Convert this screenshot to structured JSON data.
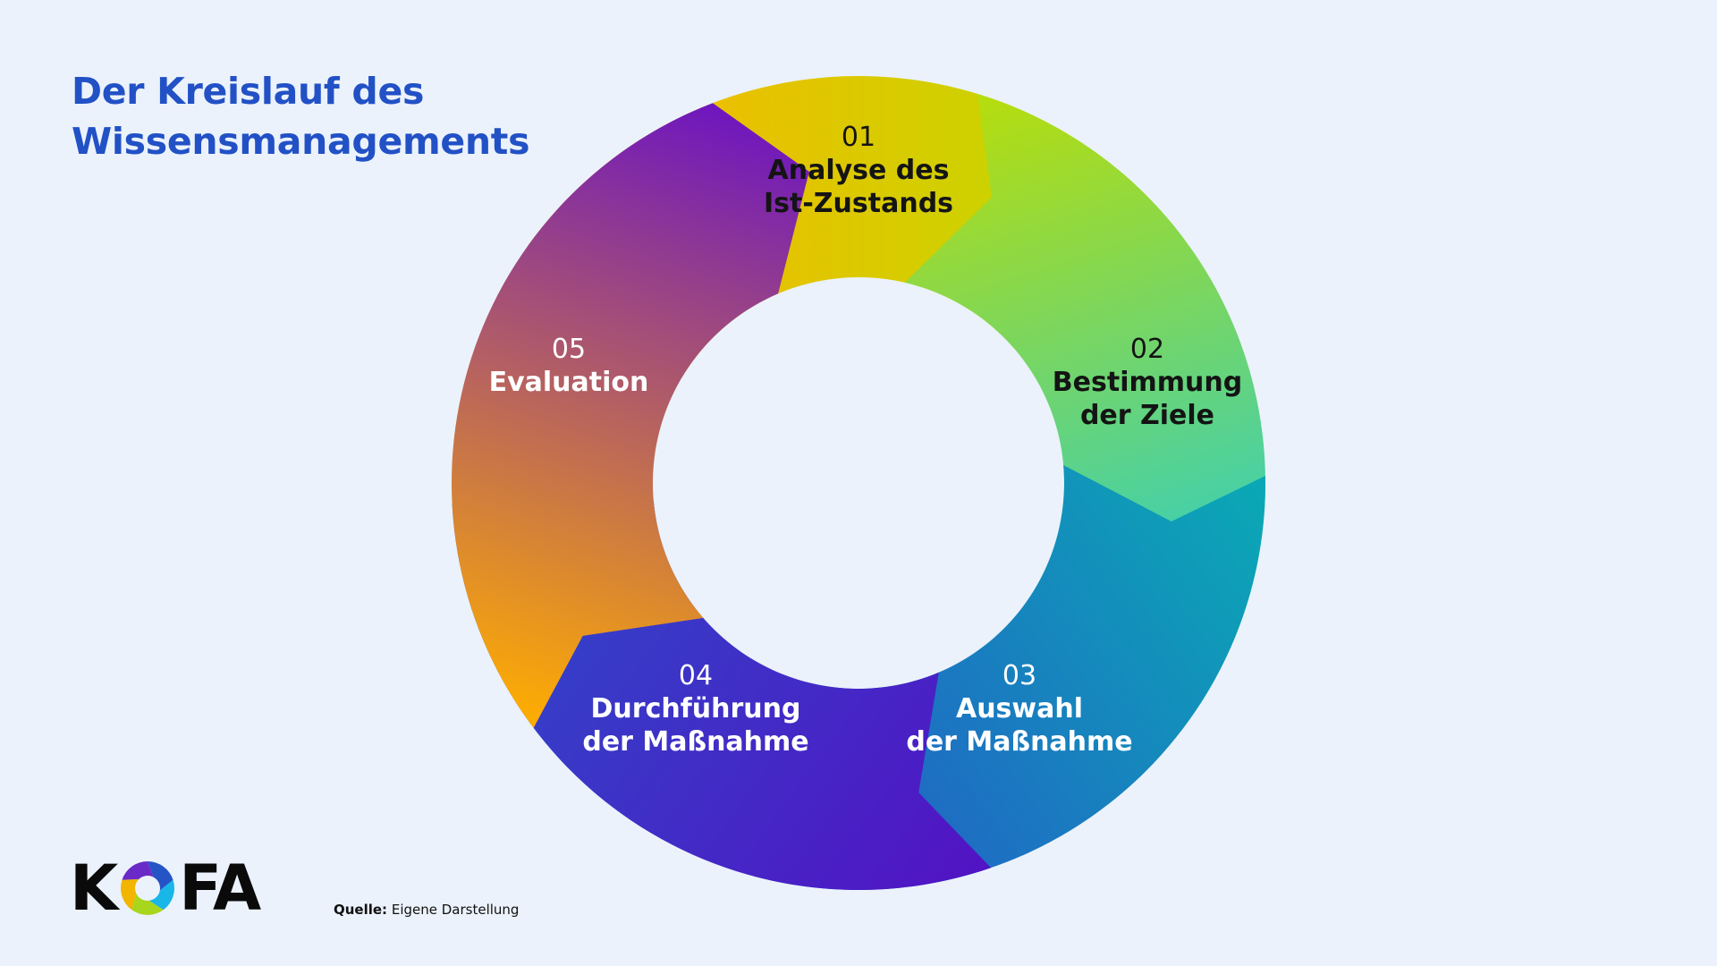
{
  "title": {
    "line1": "Der Kreislauf des",
    "line2": "Wissensmanagements"
  },
  "cycle": {
    "steps": [
      {
        "number": "01",
        "label": [
          "Analyse des",
          "Ist-Zustands"
        ],
        "text_color": "#141414",
        "gradient": [
          "#ffb400",
          "#b8de00"
        ]
      },
      {
        "number": "02",
        "label": [
          "Bestimmung",
          "der Ziele"
        ],
        "text_color": "#141414",
        "gradient": [
          "#b7dd0c",
          "#18cbe6"
        ]
      },
      {
        "number": "03",
        "label": [
          "Auswahl",
          "der Maßnahme"
        ],
        "text_color": "#ffffff",
        "gradient": [
          "#0aa9b5",
          "#2754c9"
        ]
      },
      {
        "number": "04",
        "label": [
          "Durchführung",
          "der Maßnahme"
        ],
        "text_color": "#ffffff",
        "gradient": [
          "#5213c4",
          "#2a4fc9"
        ]
      },
      {
        "number": "05",
        "label": [
          "Evaluation"
        ],
        "text_color": "#ffffff",
        "gradient": [
          "#ffae00",
          "#6a12c4"
        ]
      }
    ]
  },
  "logo": {
    "text_left": "K",
    "text_right": "FA",
    "ring_colors": [
      "#2554c7",
      "#19b6e8",
      "#a8d61c",
      "#f2b500",
      "#6a2ac8"
    ]
  },
  "source": {
    "label": "Quelle:",
    "text": "Eigene Darstellung"
  }
}
